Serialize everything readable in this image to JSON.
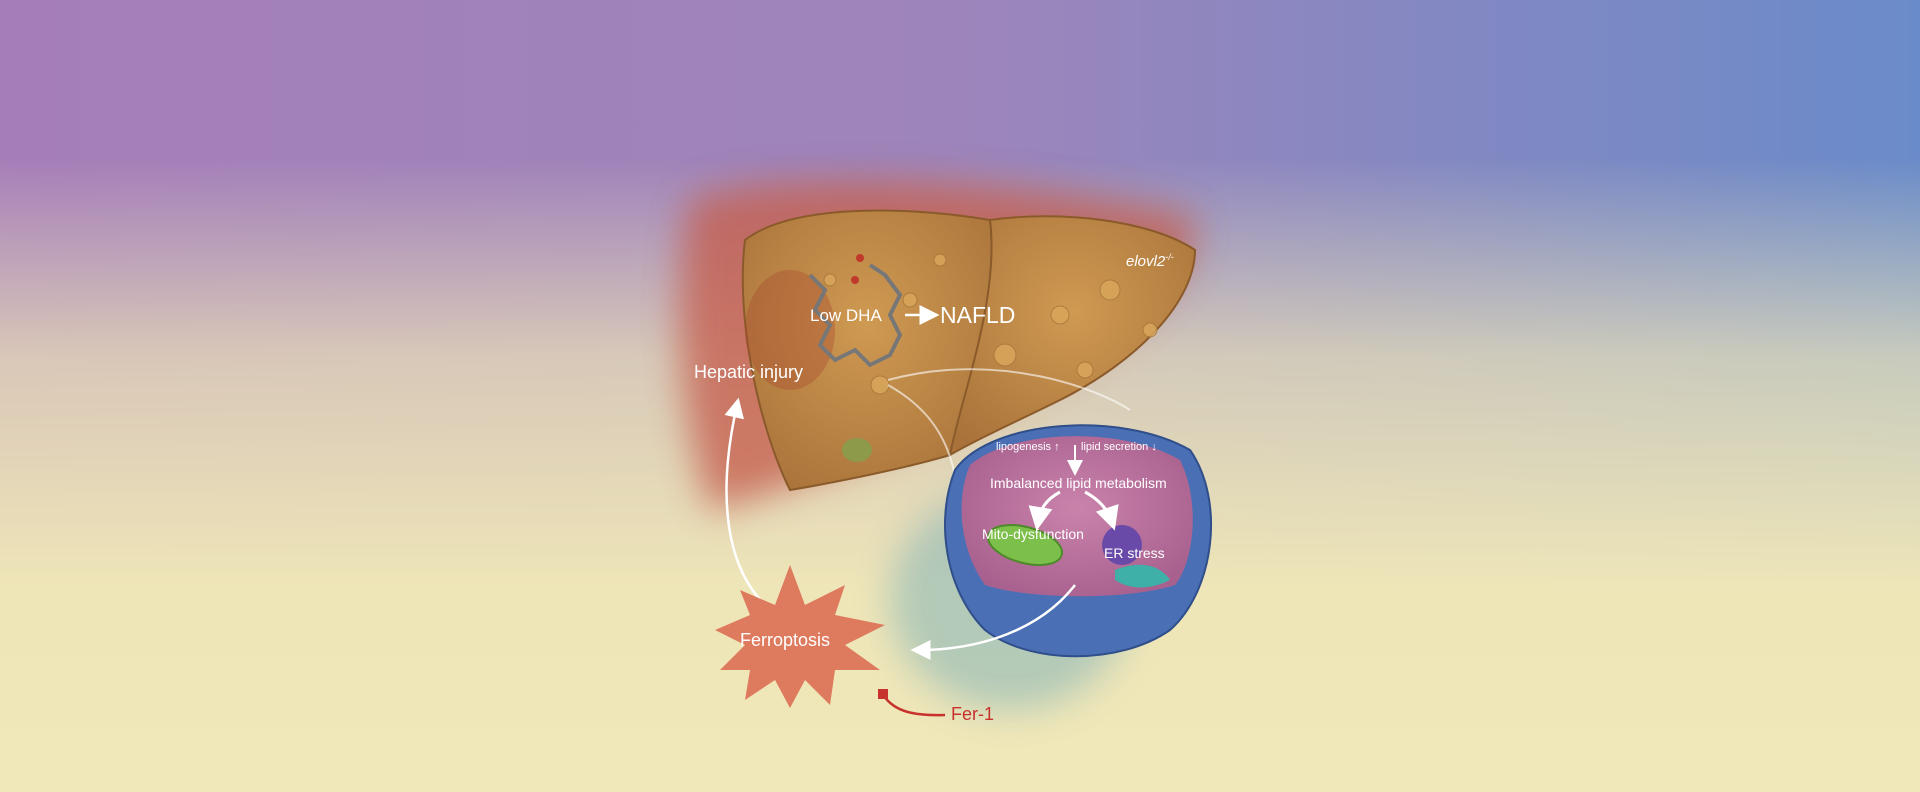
{
  "title_labels": {
    "low_dha": "Low DHA",
    "nafld": "NAFLD",
    "genotype": "elovl2",
    "genotype_sup": "-/-",
    "hepatic_injury": "Hepatic injury",
    "ferroptosis": "Ferroptosis",
    "inhibitor": "Fer-1"
  },
  "cell": {
    "lipogenesis": "lipogenesis",
    "lipogenesis_arrow": "↑",
    "lipid_secretion": "lipid secretion",
    "lipid_secretion_arrow": "↓",
    "imbalanced": "Imbalanced lipid metabolism",
    "mito": "Mito-dysfunction",
    "er": "ER stress"
  },
  "colors": {
    "liver": "#c08a45",
    "cell_membrane": "#4a6fb5",
    "cytoplasm": "#b76f9a",
    "ferroptosis": "#de7a5e",
    "inhibitor": "#c8322d"
  }
}
